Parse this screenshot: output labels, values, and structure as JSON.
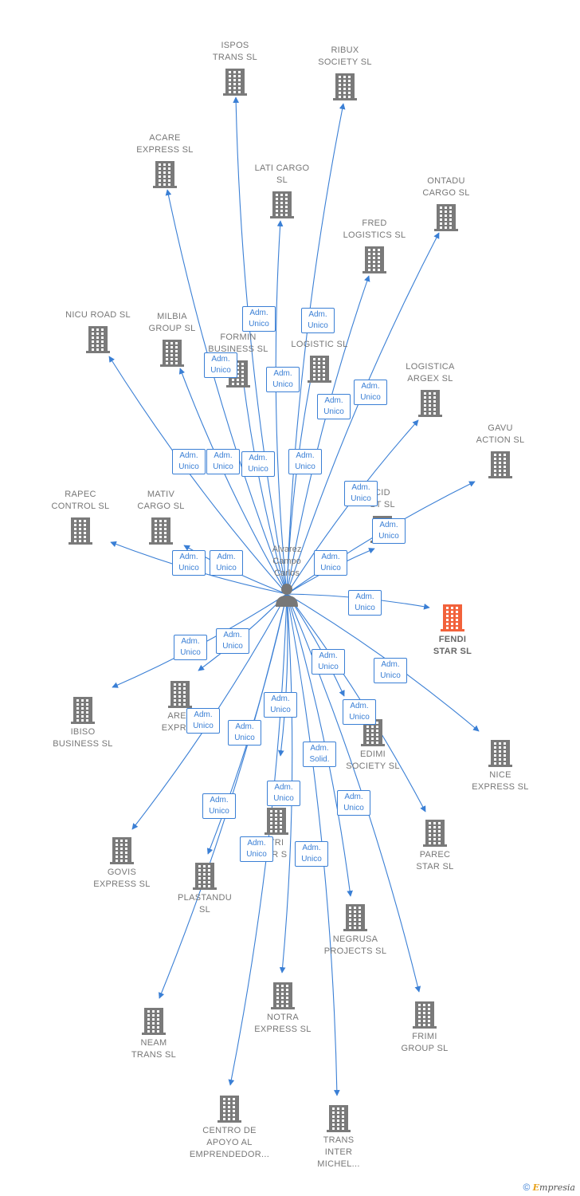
{
  "center": {
    "name": "Alvarez\nCampo\nCarlos",
    "icon": "person-icon"
  },
  "colors": {
    "edge": "#3a7fd5",
    "building": "#7a7a7a",
    "highlight": "#f2623b"
  },
  "footer": {
    "copyright": "©",
    "brand": "mpresia",
    "brand_initial": "E"
  },
  "nodes": [
    {
      "id": "ispos",
      "label": "ISPOS\nTRANS  SL",
      "role": "Adm.\nUnico"
    },
    {
      "id": "ribux",
      "label": "RIBUX\nSOCIETY  SL",
      "role": "Adm.\nUnico"
    },
    {
      "id": "acare",
      "label": "ACARE\nEXPRESS  SL",
      "role": "Adm.\nUnico"
    },
    {
      "id": "lati",
      "label": "LATI CARGO\nSL",
      "role": "Adm.\nUnico"
    },
    {
      "id": "ontadu",
      "label": "ONTADU\nCARGO  SL",
      "role": "Adm.\nUnico"
    },
    {
      "id": "fred",
      "label": "FRED\nLOGISTICS  SL",
      "role": "Adm.\nUnico"
    },
    {
      "id": "nicuroad",
      "label": "NICU ROAD  SL",
      "role": "Adm.\nUnico"
    },
    {
      "id": "milbia",
      "label": "MILBIA\nGROUP  SL",
      "role": "Adm.\nUnico"
    },
    {
      "id": "formin",
      "label": "FORMIN\nBUSINESS  SL",
      "role": "Adm.\nUnico"
    },
    {
      "id": "logistic",
      "label": "LOGISTIC  SL",
      "role": "Adm.\nUnico"
    },
    {
      "id": "argex",
      "label": "LOGISTICA\nARGEX  SL",
      "role": "Adm.\nUnico"
    },
    {
      "id": "gavu",
      "label": "GAVU\nACTION  SL",
      "role": "Adm.\nUnico"
    },
    {
      "id": "rapec",
      "label": "RAPEC\nCONTROL  SL",
      "role": "Adm.\nUnico"
    },
    {
      "id": "mativ",
      "label": "MATIV\nCARGO  SL",
      "role": "Adm.\nUnico"
    },
    {
      "id": "cid",
      "label": "CID\nST  SL",
      "role": "Adm.\nUnico"
    },
    {
      "id": "fendi",
      "label": "FENDI\nSTAR  SL",
      "role": "Adm.\nUnico",
      "highlight": true
    },
    {
      "id": "ibiso",
      "label": "IBISO\nBUSINESS  SL",
      "role": "Adm.\nUnico"
    },
    {
      "id": "ares",
      "label": "ARES\nEXPRES",
      "role": "Adm.\nUnico"
    },
    {
      "id": "nice",
      "label": "NICE\nEXPRESS  SL",
      "role": "Adm.\nUnico"
    },
    {
      "id": "edimi",
      "label": "EDIMI\nSOCIETY  SL",
      "role": "Adm.\nUnico"
    },
    {
      "id": "govis",
      "label": "GOVIS\nEXPRESS  SL",
      "role": "Adm.\nUnico"
    },
    {
      "id": "tri",
      "label": "TRI\nER  S",
      "role": "Adm.\nUnico"
    },
    {
      "id": "parec",
      "label": "PAREC\nSTAR  SL",
      "role": "Adm.\nUnico"
    },
    {
      "id": "plastandu",
      "label": "PLASTANDU\nSL",
      "role": "Adm.\nUnico"
    },
    {
      "id": "negrusa",
      "label": "NEGRUSA\nPROJECTS  SL",
      "role": "Adm.\nSolid."
    },
    {
      "id": "neam",
      "label": "NEAM\nTRANS  SL",
      "role": "Adm.\nUnico"
    },
    {
      "id": "notra",
      "label": "NOTRA\nEXPRESS  SL",
      "role": "Adm.\nUnico"
    },
    {
      "id": "frimi",
      "label": "FRIMI\nGROUP  SL",
      "role": "Adm.\nUnico"
    },
    {
      "id": "centro",
      "label": "CENTRO DE\nAPOYO AL\nEMPRENDEDOR...",
      "role": "Adm.\nUnico"
    },
    {
      "id": "transinter",
      "label": "TRANS\nINTER\nMICHEL...",
      "role": "Adm.\nUnico"
    }
  ]
}
